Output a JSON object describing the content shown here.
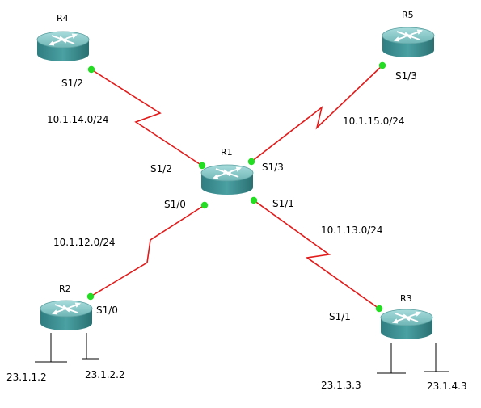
{
  "routers": {
    "r1": {
      "name": "R1"
    },
    "r2": {
      "name": "R2"
    },
    "r3": {
      "name": "R3"
    },
    "r4": {
      "name": "R4"
    },
    "r5": {
      "name": "R5"
    }
  },
  "links": {
    "r1_r4": {
      "network": "10.1.14.0/24",
      "r1_port": "S1/2",
      "peer_port": "S1/2"
    },
    "r1_r5": {
      "network": "10.1.15.0/24",
      "r1_port": "S1/3",
      "peer_port": "S1/3"
    },
    "r1_r2": {
      "network": "10.1.12.0/24",
      "r1_port": "S1/0",
      "peer_port": "S1/0"
    },
    "r1_r3": {
      "network": "10.1.13.0/24",
      "r1_port": "S1/1",
      "peer_port": "S1/1"
    }
  },
  "lans": {
    "r2_lan1": "23.1.1.2",
    "r2_lan2": "23.1.2.2",
    "r3_lan1": "23.1.3.3",
    "r3_lan2": "23.1.4.3"
  },
  "colors": {
    "serial_link": "#e21a1a",
    "port_dot": "#22dd22",
    "router_body": "#3a8c8e",
    "router_top": "#8ccaca"
  },
  "icons": {
    "router": "router-icon"
  }
}
